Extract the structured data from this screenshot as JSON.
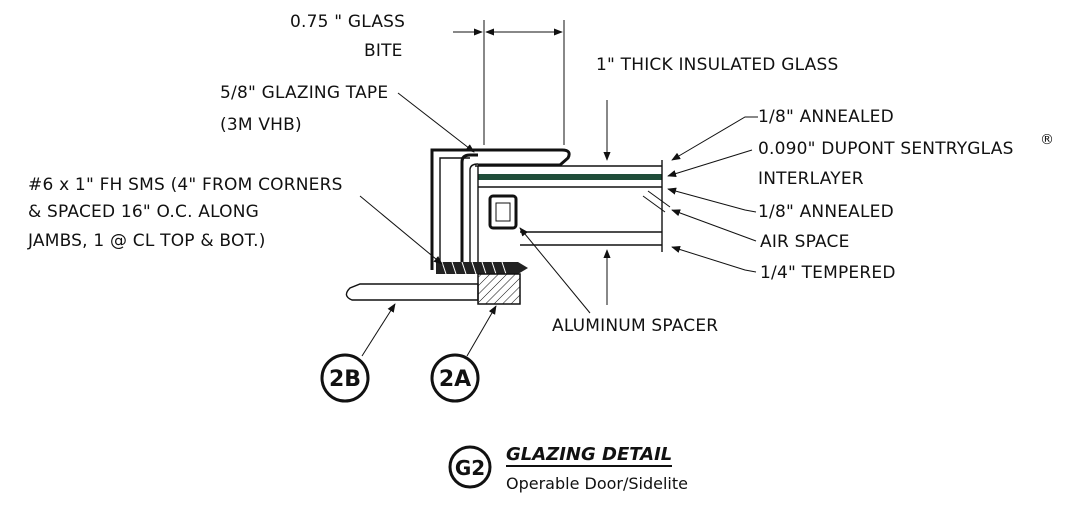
{
  "labels": {
    "glass_bite_line1": "0.75 \" GLASS",
    "glass_bite_line2": "BITE",
    "insulated_glass": "1\" THICK INSULATED GLASS",
    "glazing_tape_line1": "5/8\" GLAZING TAPE",
    "glazing_tape_line2": "(3M VHB)",
    "screw_line1": "#6 x 1\" FH SMS (4\" FROM CORNERS",
    "screw_line2": "& SPACED 16\" O.C. ALONG",
    "screw_line3": "JAMBS, 1 @ CL TOP & BOT.)",
    "annealed_top": "1/8\" ANNEALED",
    "sentryglas_line1": "0.090\" DUPONT SENTRYGLAS",
    "sentryglas_mark": "®",
    "sentryglas_line2": "INTERLAYER",
    "annealed_bottom": "1/8\" ANNEALED",
    "air_space": "AIR SPACE",
    "tempered": "1/4\" TEMPERED",
    "aluminum_spacer": "ALUMINUM SPACER"
  },
  "bubbles": {
    "b2b": "2B",
    "b2a": "2A",
    "g2": "G2"
  },
  "title_block": {
    "title": "GLAZING DETAIL",
    "subtitle": "Operable Door/Sidelite"
  },
  "colors": {
    "ink": "#111111",
    "interlayer": "#1f4d3a",
    "wood_fill": "#cfcfcf"
  }
}
